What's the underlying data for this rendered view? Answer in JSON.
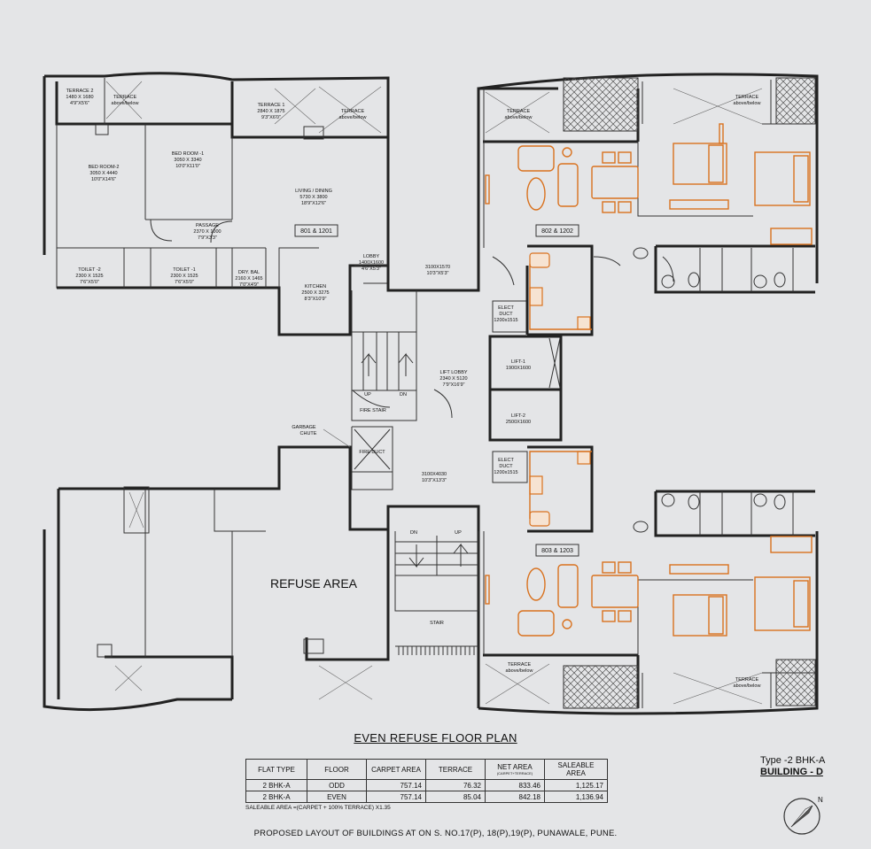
{
  "units": {
    "left_top": {
      "terrace_2": {
        "name": "TERRACE 2",
        "dim": "1480 X 1680",
        "ft": "4'9\"X5'6\""
      },
      "terrace_a": {
        "name": "TERRACE",
        "sub": "above/below"
      },
      "terrace_1": {
        "name": "TERRACE 1",
        "dim": "2840 X 1875",
        "ft": "9'3\"X6'0\""
      },
      "terrace_b": {
        "name": "TERRACE",
        "sub": "above/below"
      },
      "bed_room_2": {
        "name": "BED ROOM-2",
        "dim": "3050 X 4440",
        "ft": "10'0\"X14'6\""
      },
      "bed_room_1": {
        "name": "BED ROOM -1",
        "dim": "3050 X 3340",
        "ft": "10'0\"X11'0\""
      },
      "living": {
        "name": "LIVING / DINING",
        "dim": "5730 X 3800",
        "ft": "18'9\"X12'6\""
      },
      "flat_no": "801 & 1201",
      "passage": {
        "name": "PASSAGE",
        "dim": "2370 X 1000",
        "ft": "7'9\"X3'3\""
      },
      "toilet_2": {
        "name": "TOILET -2",
        "dim": "2300 X 1525",
        "ft": "7'6\"X5'0\""
      },
      "toilet_1": {
        "name": "TOILET -1",
        "dim": "2300 X 1525",
        "ft": "7'6\"X5'0\""
      },
      "dry_bal": {
        "name": "DRY. BAL",
        "dim": "2160 X 1465",
        "ft": "7'0\"X4'9\""
      },
      "kitchen": {
        "name": "KITCHEN",
        "dim": "2500 X 3275",
        "ft": "8'3\"X10'9\""
      },
      "lobby": {
        "name": "LOBBY",
        "dim": "1400X1600",
        "ft": "4'6\"X5'3\""
      }
    },
    "right_top": {
      "terrace_a": {
        "name": "TERRACE",
        "sub": "above/below"
      },
      "terrace_b": {
        "name": "TERRACE",
        "sub": "above/below"
      },
      "flat_no": "802 & 1202"
    },
    "right_bottom": {
      "flat_no": "803 & 1203",
      "terrace_a": {
        "name": "TERRACE",
        "sub": "above/below"
      },
      "terrace_b": {
        "name": "TERRACE",
        "sub": "above/below"
      }
    },
    "core": {
      "corridor_top": {
        "dim": "3100X1570",
        "ft": "10'3\"X5'3\""
      },
      "elect_duct_1": {
        "name": "ELECT",
        "name2": "DUCT",
        "dim": "1200x1515"
      },
      "lift_1": {
        "name": "LIFT-1",
        "dim": "1900X1600"
      },
      "lift_lobby": {
        "name": "LIFT LOBBY",
        "dim": "2340 X 5120",
        "ft": "7'9\"X16'9\""
      },
      "lift_2": {
        "name": "LIFT-2",
        "dim": "2500X1600"
      },
      "fire_stair": "FIRE STAIR",
      "up": "UP",
      "dn": "DN",
      "garbage": {
        "line1": "GARBAGE",
        "line2": "CHUTE"
      },
      "fire_duct": "FIRE DUCT",
      "elect_duct_2": {
        "name": "ELECT",
        "name2": "DUCT",
        "dim": "1200x1515"
      },
      "corridor_bottom": {
        "dim": "3100X4030",
        "ft": "10'3\"X13'3\""
      },
      "stair": "STAIR"
    },
    "refuse_area": "REFUSE AREA"
  },
  "plan_title": "EVEN REFUSE FLOOR PLAN",
  "area_table": {
    "headers": [
      "FLAT TYPE",
      "FLOOR",
      "CARPET AREA",
      "TERRACE",
      "NET AREA",
      "SALEABLE AREA"
    ],
    "net_area_sub": "(CARPET+TERRACE)",
    "rows": [
      {
        "flat_type": "2 BHK-A",
        "floor": "ODD",
        "carpet": "757.14",
        "terrace": "76.32",
        "net": "833.46",
        "saleable": "1,125.17"
      },
      {
        "flat_type": "2 BHK-A",
        "floor": "EVEN",
        "carpet": "757.14",
        "terrace": "85.04",
        "net": "842.18",
        "saleable": "1,136.94"
      }
    ]
  },
  "saleable_formula": "SALEABLE AREA =(CARPET + 100% TERRACE) X1.35",
  "footer": "PROPOSED LAYOUT OF BUILDINGS AT ON S. NO.17(P), 18(P),19(P), PUNAWALE, PUNE.",
  "type_label": {
    "line1": "Type -2 BHK-A",
    "line2": "BUILDING - D"
  },
  "north_label": "N",
  "colors": {
    "background": "#e4e5e7",
    "walls": "#222222",
    "furniture": "#d9721f"
  }
}
